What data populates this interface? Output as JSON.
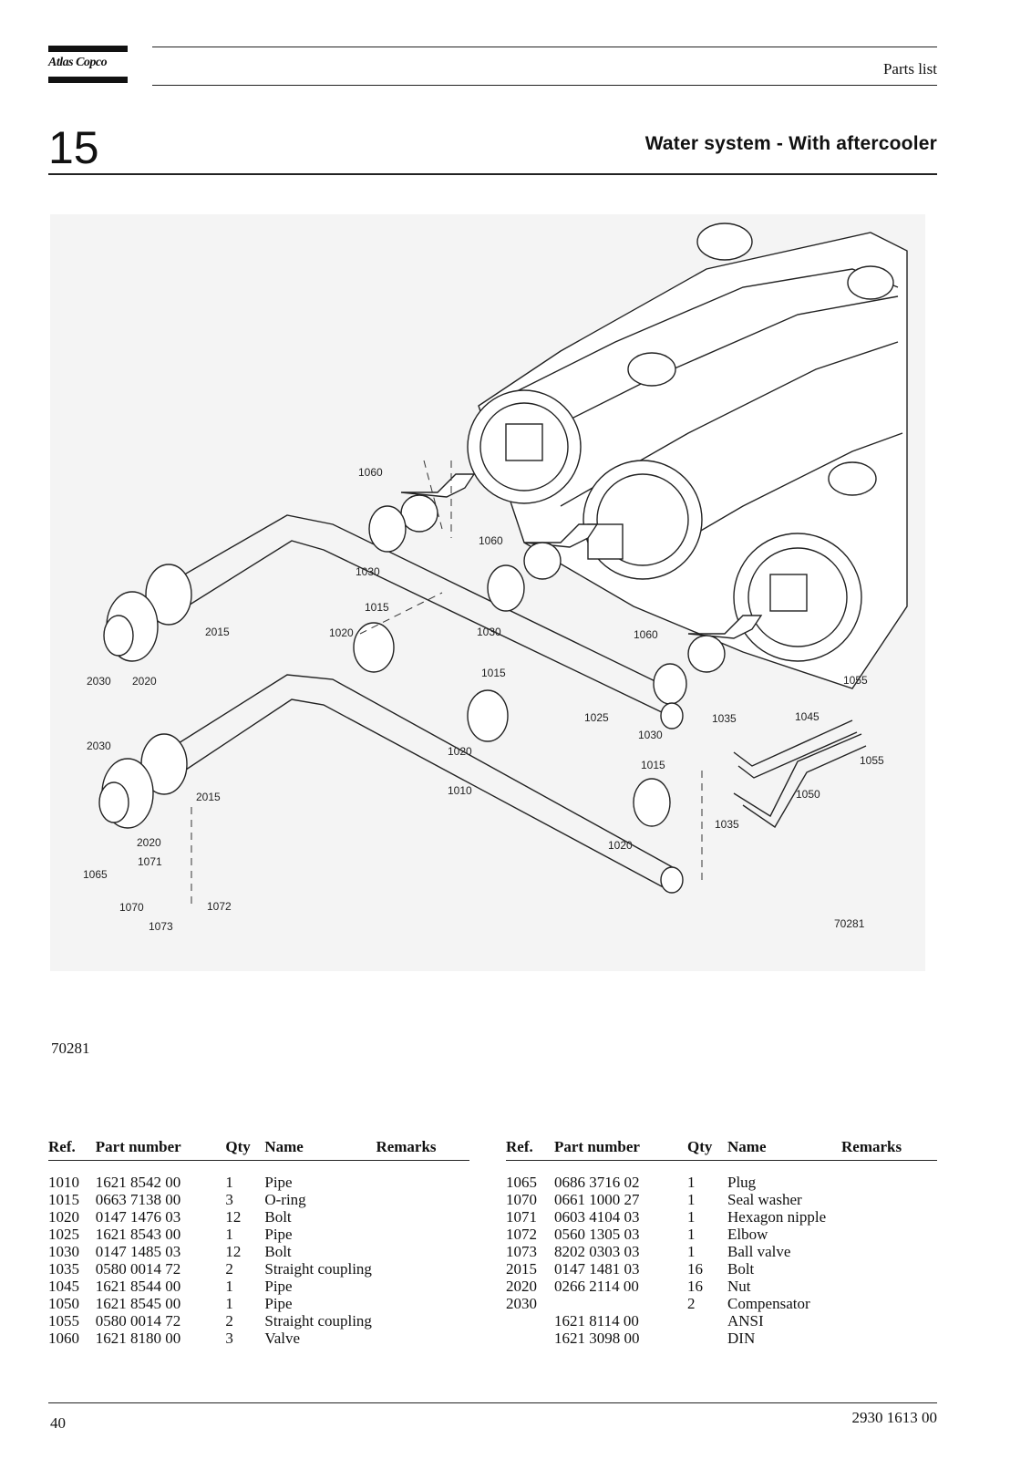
{
  "header": {
    "logo_text": "Atlas Copco",
    "section_label": "Parts list"
  },
  "chapter": {
    "number": "15",
    "title": "Water system - With aftercooler"
  },
  "figure": {
    "id_inside": "70281",
    "id_below": "70281",
    "callouts": [
      "1060",
      "1060",
      "1060",
      "1030",
      "1030",
      "1030",
      "1015",
      "1015",
      "1015",
      "1020",
      "1020",
      "1020",
      "1025",
      "1010",
      "1035",
      "1035",
      "1045",
      "1050",
      "1055",
      "1055",
      "2015",
      "2015",
      "2020",
      "2020",
      "2030",
      "2030",
      "1065",
      "1070",
      "1071",
      "1072",
      "1073"
    ]
  },
  "table_headers": {
    "ref": "Ref.",
    "part_number": "Part number",
    "qty": "Qty",
    "name": "Name",
    "remarks": "Remarks"
  },
  "parts_left": [
    {
      "ref": "1010",
      "part": "1621 8542 00",
      "qty": "1",
      "name": "Pipe",
      "remarks": ""
    },
    {
      "ref": "1015",
      "part": "0663 7138 00",
      "qty": "3",
      "name": "O-ring",
      "remarks": ""
    },
    {
      "ref": "1020",
      "part": "0147 1476 03",
      "qty": "12",
      "name": "Bolt",
      "remarks": ""
    },
    {
      "ref": "1025",
      "part": "1621 8543 00",
      "qty": "1",
      "name": "Pipe",
      "remarks": ""
    },
    {
      "ref": "1030",
      "part": "0147 1485 03",
      "qty": "12",
      "name": "Bolt",
      "remarks": ""
    },
    {
      "ref": "1035",
      "part": "0580 0014 72",
      "qty": "2",
      "name": "Straight coupling",
      "remarks": ""
    },
    {
      "ref": "1045",
      "part": "1621 8544 00",
      "qty": "1",
      "name": "Pipe",
      "remarks": ""
    },
    {
      "ref": "1050",
      "part": "1621 8545 00",
      "qty": "1",
      "name": "Pipe",
      "remarks": ""
    },
    {
      "ref": "1055",
      "part": "0580 0014 72",
      "qty": "2",
      "name": "Straight coupling",
      "remarks": ""
    },
    {
      "ref": "1060",
      "part": "1621 8180 00",
      "qty": "3",
      "name": "Valve",
      "remarks": ""
    }
  ],
  "parts_right": [
    {
      "ref": "1065",
      "part": "0686 3716 02",
      "qty": "1",
      "name": "Plug",
      "remarks": ""
    },
    {
      "ref": "1070",
      "part": "0661 1000 27",
      "qty": "1",
      "name": "Seal washer",
      "remarks": ""
    },
    {
      "ref": "1071",
      "part": "0603 4104 03",
      "qty": "1",
      "name": "Hexagon nipple",
      "remarks": ""
    },
    {
      "ref": "1072",
      "part": "0560 1305 03",
      "qty": "1",
      "name": "Elbow",
      "remarks": ""
    },
    {
      "ref": "1073",
      "part": "8202 0303 03",
      "qty": "1",
      "name": "Ball valve",
      "remarks": ""
    },
    {
      "ref": "2015",
      "part": "0147 1481 03",
      "qty": "16",
      "name": "Bolt",
      "remarks": ""
    },
    {
      "ref": "2020",
      "part": "0266 2114 00",
      "qty": "16",
      "name": "Nut",
      "remarks": ""
    },
    {
      "ref": "2030",
      "part": "",
      "qty": "2",
      "name": "Compensator",
      "remarks": ""
    },
    {
      "ref": "",
      "part": "1621 8114 00",
      "qty": "",
      "name": "ANSI",
      "remarks": ""
    },
    {
      "ref": "",
      "part": "1621 3098 00",
      "qty": "",
      "name": "DIN",
      "remarks": ""
    }
  ],
  "footer": {
    "page_number": "40",
    "doc_number": "2930 1613 00"
  }
}
